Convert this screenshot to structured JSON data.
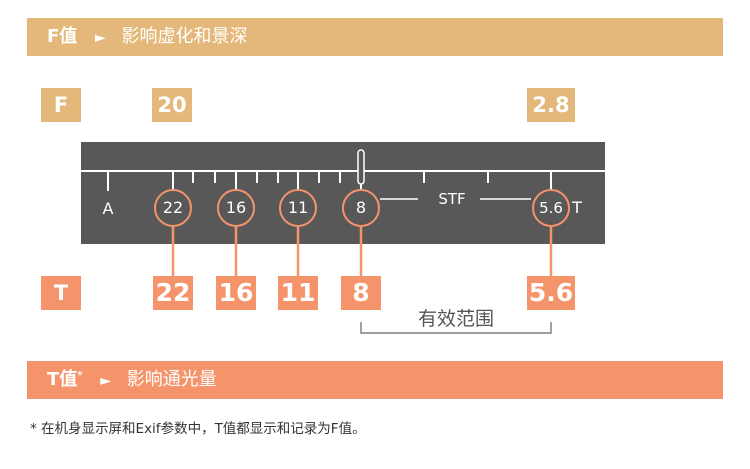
{
  "header_f": {
    "key": "F值",
    "arrow": "►",
    "desc": "影响虚化和景深"
  },
  "header_t": {
    "key": "T值",
    "star": "*",
    "arrow": "►",
    "desc": "影响通光量"
  },
  "f_row": {
    "letter": "F",
    "left_value": "20",
    "right_value": "2.8"
  },
  "t_row": {
    "letter": "T",
    "values": [
      "22",
      "16",
      "11",
      "8",
      "5.6"
    ]
  },
  "dial": {
    "start_label": "A",
    "stops": [
      "22",
      "16",
      "11",
      "8",
      "5.6"
    ],
    "stf_label": "STF",
    "end_label": "T",
    "colors": {
      "ring": "#585858",
      "accent": "#f5946a",
      "ticks": "#ffffff"
    }
  },
  "range_label": "有效范围",
  "footnote": "* 在机身显示屏和Exif参数中，T值都显示和记录为F值。",
  "colors": {
    "f_band": "#e4b87a",
    "t_band": "#f5946a"
  }
}
